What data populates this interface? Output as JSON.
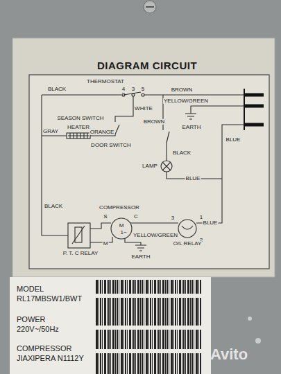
{
  "diagram": {
    "title": "DIAGRAM CIRCUIT",
    "labels": [
      "BLACK",
      "THERMOSTAT",
      "4",
      "3",
      "5",
      "BROWN",
      "YELLOW/GREEN",
      "WHITE",
      "SEASON SWITCH",
      "HEATER",
      "GRAY",
      "ORANGE",
      "BROWN",
      "DOOR SWITCH",
      "EARTH",
      "BLUE",
      "BLACK",
      "LAMP",
      "BLUE",
      "BLACK",
      "COMPRESSOR",
      "S",
      "C",
      "M",
      "1~",
      "M",
      "3",
      "1",
      "BLUE",
      "YELLOW/GREEN",
      "2",
      "EARTH",
      "P. T. C RELAY",
      "O/L RELAY",
      "MODEL",
      "RL17MBSW1/BWT",
      "POWER",
      "220V~/50Hz",
      "COMPRESSOR",
      "JIAXIPERA N1112Y",
      "Avito"
    ]
  }
}
